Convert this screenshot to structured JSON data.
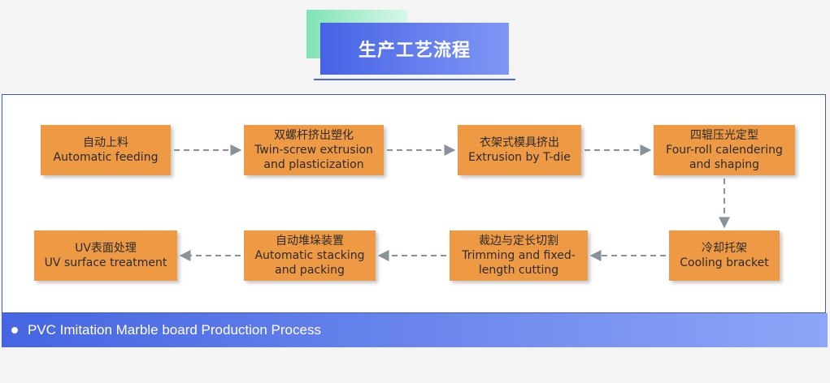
{
  "header": {
    "title": "生产工艺流程"
  },
  "colors": {
    "step_fill": "#ee9a44",
    "arrow": "#8a9299",
    "title_gradient_start": "#4763e4",
    "banner_gradient_start": "#4565e2"
  },
  "steps": [
    {
      "zh": "自动上料",
      "en": [
        "Automatic feeding"
      ]
    },
    {
      "zh": "双螺杆挤出塑化",
      "en": [
        "Twin-screw extrusion",
        "and plasticization"
      ]
    },
    {
      "zh": "衣架式模具挤出",
      "en": [
        "Extrusion by T-die"
      ]
    },
    {
      "zh": "四辊压光定型",
      "en": [
        "Four-roll calendering",
        "and shaping"
      ]
    },
    {
      "zh": "冷却托架",
      "en": [
        "Cooling bracket"
      ]
    },
    {
      "zh": "裁边与定长切割",
      "en": [
        "Trimming and fixed-",
        "length cutting"
      ]
    },
    {
      "zh": "自动堆垛装置",
      "en": [
        "Automatic stacking",
        "and packing"
      ]
    },
    {
      "zh": "UV表面处理",
      "en": [
        "UV surface treatment"
      ]
    }
  ],
  "banner": {
    "text": "PVC Imitation Marble board Production Process"
  }
}
